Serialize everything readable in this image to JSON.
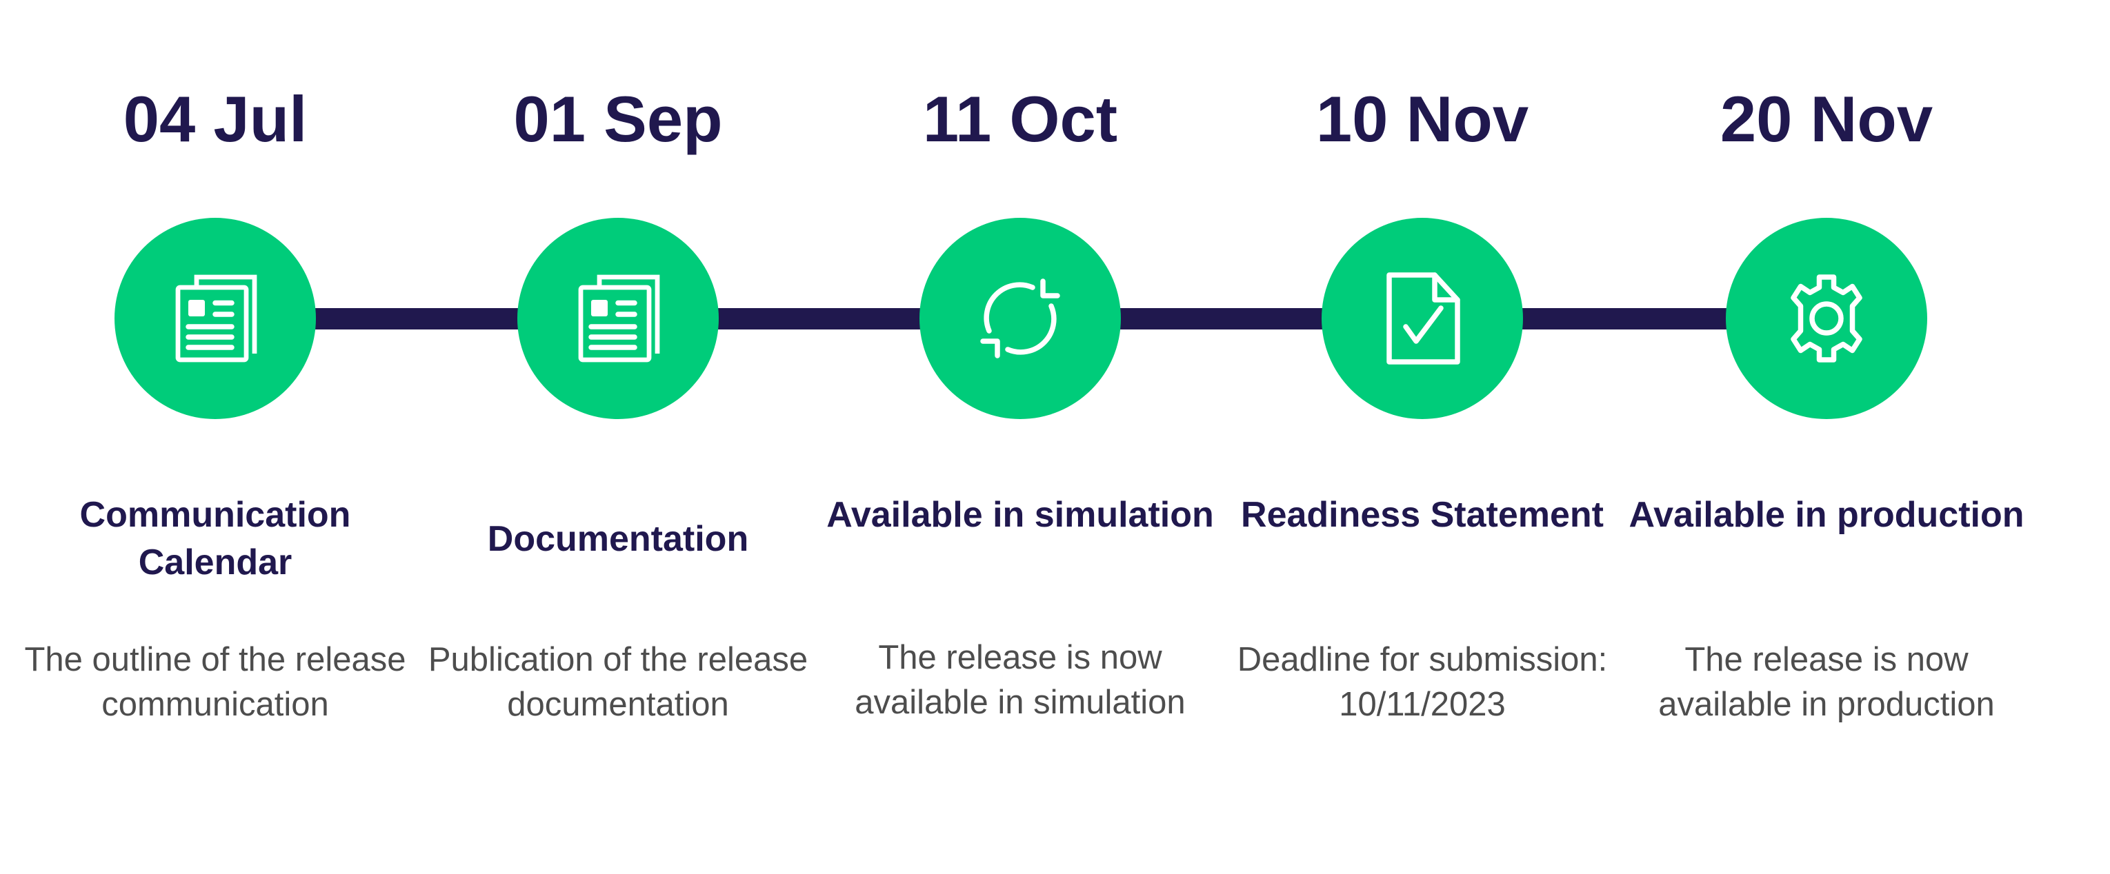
{
  "colors": {
    "accent": "#00cc7a",
    "navy": "#20184e",
    "text": "#4d4d4d"
  },
  "milestones": [
    {
      "date": "04 Jul",
      "icon": "newspaper-icon",
      "title": "Communication Calendar",
      "description": "The outline of the release communication"
    },
    {
      "date": "01 Sep",
      "icon": "newspaper-icon",
      "title": "Documentation",
      "description": "Publication of the release documentation"
    },
    {
      "date": "11 Oct",
      "icon": "refresh-icon",
      "title": "Available in simulation",
      "description": "The release is now available in simulation"
    },
    {
      "date": "10 Nov",
      "icon": "document-check-icon",
      "title": "Readiness Statement",
      "description": "Deadline for submission: 10/11/2023"
    },
    {
      "date": "20 Nov",
      "icon": "gear-icon",
      "title": "Available in production",
      "description": "The release is now available in production"
    }
  ]
}
